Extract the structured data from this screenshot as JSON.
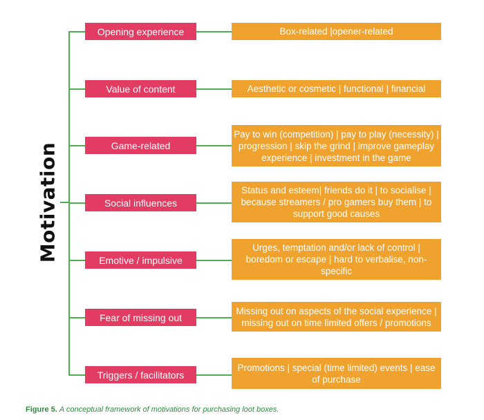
{
  "diagram": {
    "title": "Motivation",
    "rows": [
      {
        "category": "Opening experience",
        "description": "Box-related |opener-related"
      },
      {
        "category": "Value of content",
        "description": "Aesthetic or cosmetic | functional | financial"
      },
      {
        "category": "Game-related",
        "description": "Pay to win (competition) | pay to play (necessity) | progression | skip the grind | improve gameplay experience | investment in the game"
      },
      {
        "category": "Social influences",
        "description": "Status and esteem| friends do it | to socialise | because streamers / pro gamers buy them | to support good causes"
      },
      {
        "category": "Emotive / impulsive",
        "description": "Urges, temptation and/or lack of control | boredom or escape | hard to verbalise, non-specific"
      },
      {
        "category": "Fear of missing out",
        "description": "Missing out on aspects of the social experience | missing out on time limited offers / promotions"
      },
      {
        "category": "Triggers / facilitators",
        "description": "Promotions | special (time limited) events | ease of purchase"
      }
    ],
    "colors": {
      "category_box": "#e23c63",
      "description_box": "#f0a22e",
      "connector": "#4caf50",
      "caption": "#2e8b3e"
    }
  },
  "caption": {
    "label": "Figure 5.",
    "text": "A conceptual framework of motivations for purchasing loot boxes."
  }
}
